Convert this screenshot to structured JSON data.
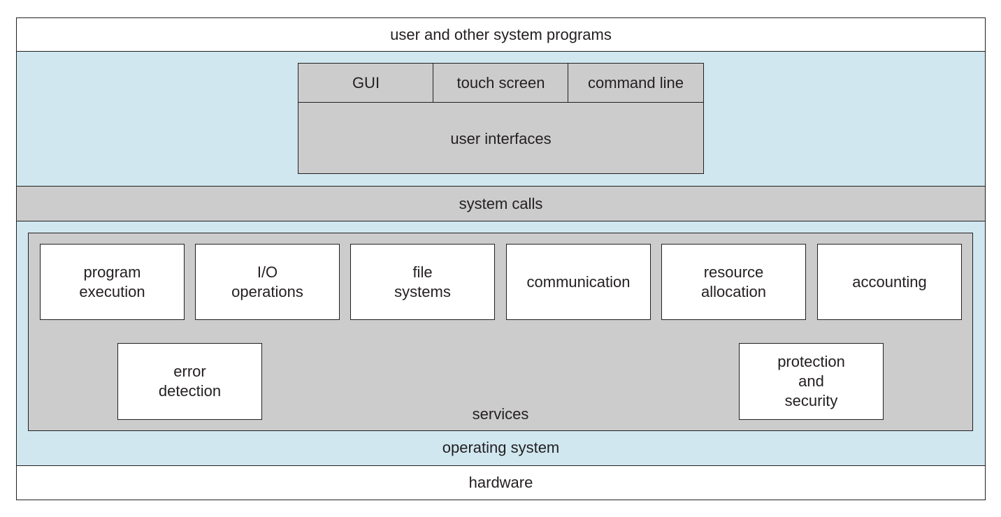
{
  "colors": {
    "outline": "#231f20",
    "os_fill": "#d0e7f0",
    "gray_fill": "#cccccc",
    "white_fill": "#ffffff"
  },
  "layers": {
    "user_programs": "user and other system programs",
    "system_calls": "system calls",
    "operating_system": "operating system",
    "hardware": "hardware"
  },
  "user_interfaces": {
    "label": "user interfaces",
    "items": [
      "GUI",
      "touch screen",
      "command line"
    ]
  },
  "services": {
    "label": "services",
    "row1": [
      "program\nexecution",
      "I/O\noperations",
      "file\nsystems",
      "communication",
      "resource\nallocation",
      "accounting"
    ],
    "row2": [
      "error\ndetection",
      "protection\nand\nsecurity"
    ]
  }
}
